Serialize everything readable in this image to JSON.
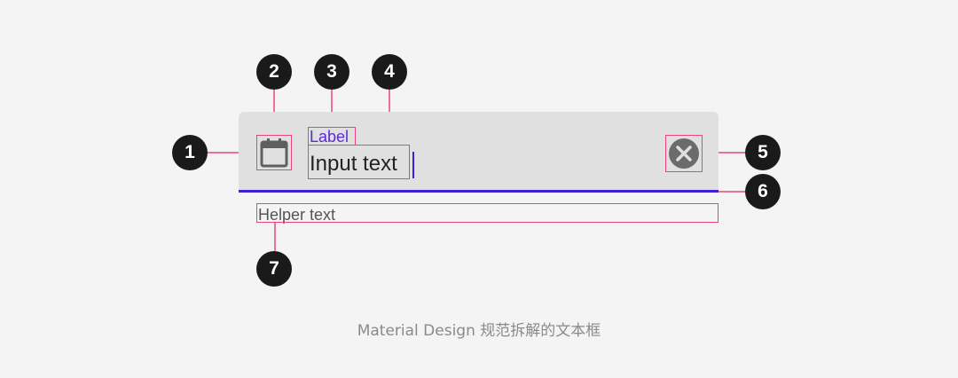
{
  "text_field": {
    "label": "Label",
    "input_value": "Input text",
    "helper_text": "Helper text",
    "leading_icon": "calendar-icon",
    "trailing_icon": "clear-icon",
    "accent_color": "#3d1fd8",
    "container_color": "#e0e0e0"
  },
  "annotations": {
    "color": "#e8457f",
    "badges": [
      "1",
      "2",
      "3",
      "4",
      "5",
      "6",
      "7"
    ]
  },
  "caption": "Material Design 规范拆解的文本框"
}
